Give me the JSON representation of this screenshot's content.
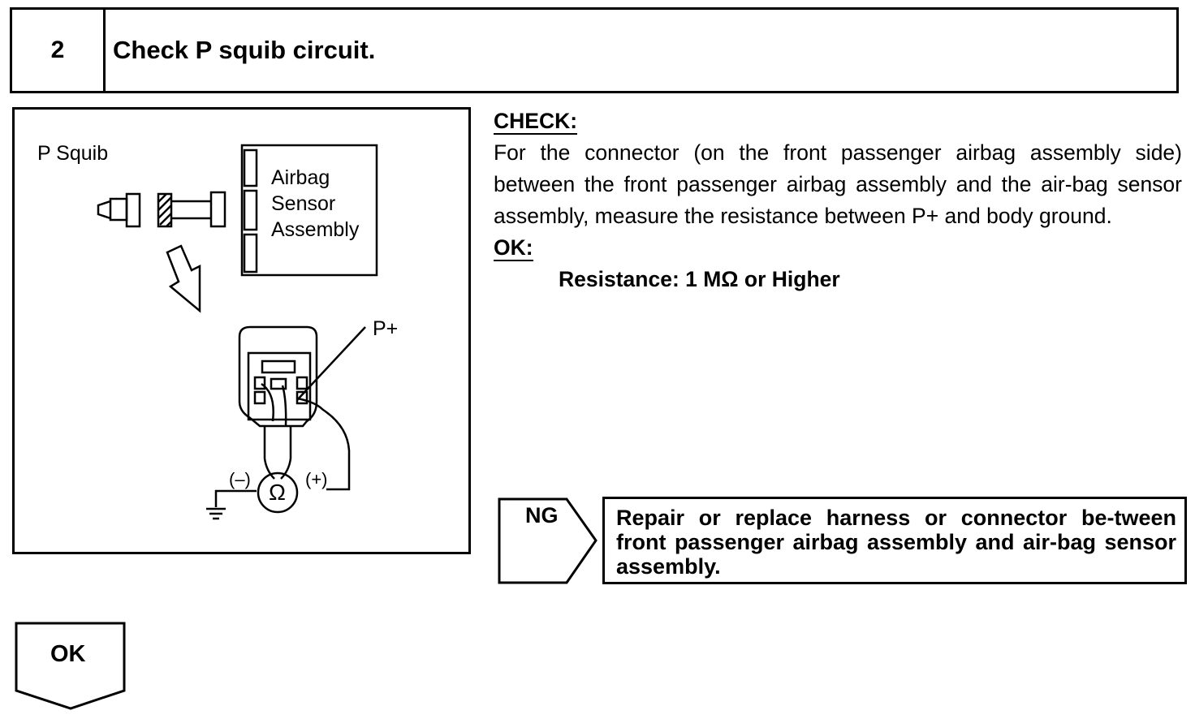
{
  "step": {
    "number": "2",
    "title": "Check P squib circuit."
  },
  "diagram": {
    "p_squib_label": "P Squib",
    "sensor_label_line1": "Airbag",
    "sensor_label_line2": "Sensor",
    "sensor_label_line3": "Assembly",
    "terminal_label": "P+",
    "minus_label": "(–)",
    "plus_label": "(+)",
    "ohm_symbol": "Ω"
  },
  "check": {
    "heading": "CHECK:",
    "body": "For the connector (on the front passenger airbag assembly side) between the front passenger airbag assembly and the air-bag sensor assembly, measure the resistance between P+ and body ground.",
    "ok_heading": "OK:",
    "ok_value": "Resistance: 1 MΩ or Higher"
  },
  "ng": {
    "label": "NG",
    "result": "Repair or replace harness or connector be-tween front passenger airbag assembly and air-bag sensor assembly."
  },
  "ok_branch": {
    "label": "OK"
  }
}
